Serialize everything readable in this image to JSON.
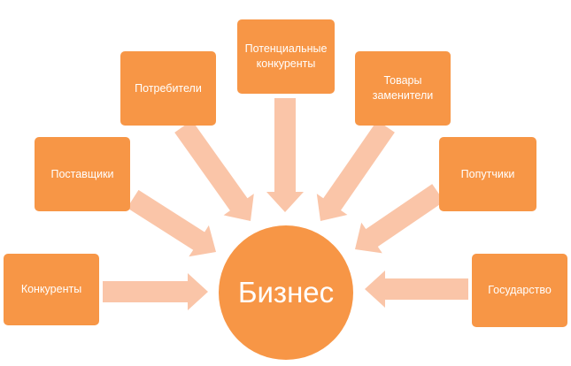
{
  "colors": {
    "node_fill": "#F79646",
    "node_text": "#FFFFFF",
    "arrow_fill": "#FAC5A8",
    "background": "#FFFFFF"
  },
  "hub": {
    "label": "Бизнес"
  },
  "nodes": [
    {
      "id": "competitors",
      "label": "Конкуренты"
    },
    {
      "id": "suppliers",
      "label": "Поставщики"
    },
    {
      "id": "consumers",
      "label": "Потребители"
    },
    {
      "id": "potential-competitors",
      "label": "Потенциальные\nконкуренты"
    },
    {
      "id": "substitutes",
      "label": "Товары\nзаменители"
    },
    {
      "id": "fellow-travelers",
      "label": "Попутчики"
    },
    {
      "id": "state",
      "label": "Государство"
    }
  ]
}
